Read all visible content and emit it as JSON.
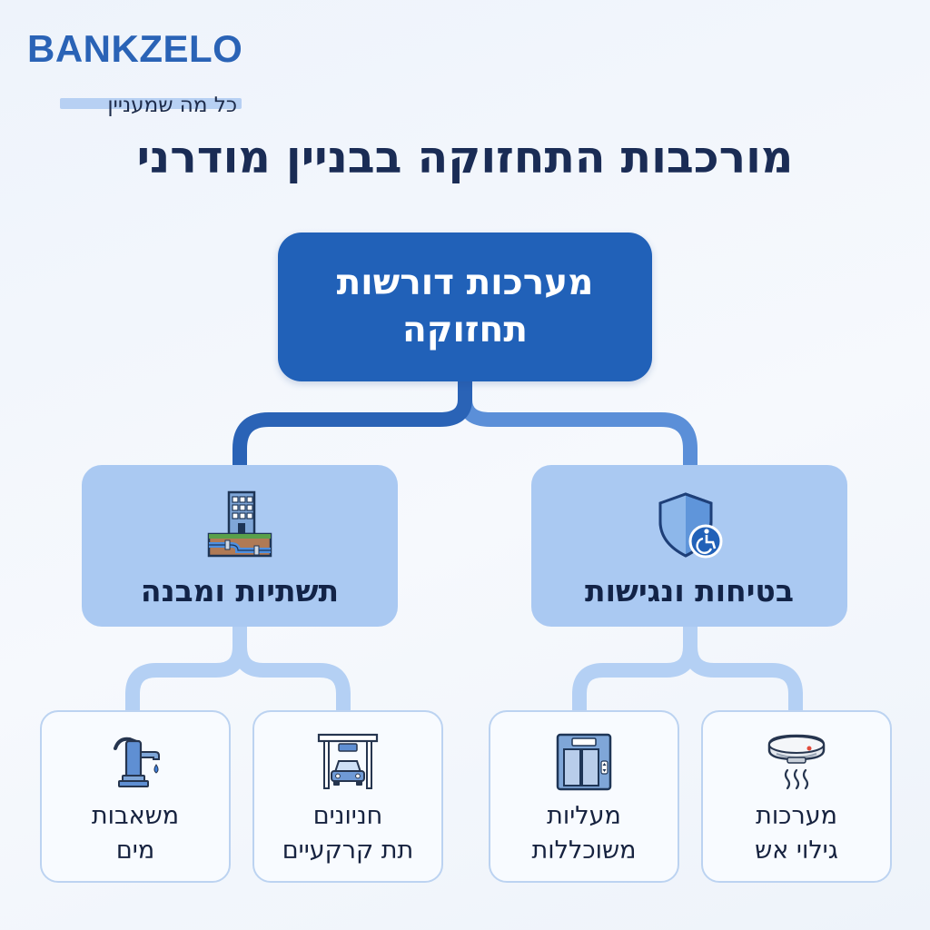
{
  "brand": {
    "name": "BANKZELO",
    "tagline": "כל מה שמעניין"
  },
  "title": "מורכבות התחזוקה בבניין מודרני",
  "colors": {
    "primary": "#2161b8",
    "mid_box": "#aac9f2",
    "leaf_border": "#bcd3f1",
    "connector_dark": "#2a63b6",
    "connector_light": "#b4d0f4"
  },
  "diagram": {
    "root": {
      "line1": "מערכות דורשות",
      "line2": "תחזוקה"
    },
    "groups": [
      {
        "label": "בטיחות ונגישות",
        "icon": "shield-accessibility-icon",
        "children": [
          {
            "line1": "מערכות",
            "line2": "גילוי אש",
            "icon": "smoke-detector-icon"
          },
          {
            "line1": "מעליות",
            "line2": "משוכללות",
            "icon": "elevator-icon"
          }
        ]
      },
      {
        "label": "תשתיות ומבנה",
        "icon": "building-foundation-icon",
        "children": [
          {
            "line1": "חניונים",
            "line2": "תת קרקעיים",
            "icon": "underground-parking-icon"
          },
          {
            "line1": "משאבות",
            "line2": "מים",
            "icon": "water-pump-icon"
          }
        ]
      }
    ]
  }
}
